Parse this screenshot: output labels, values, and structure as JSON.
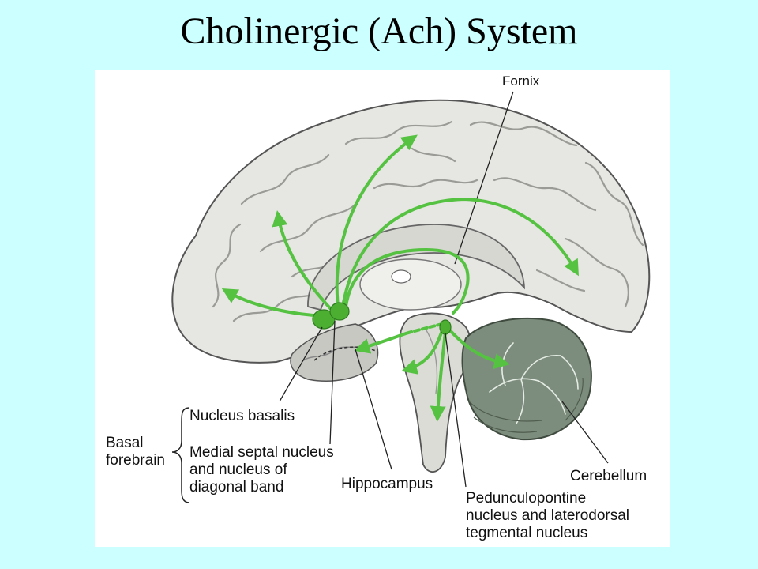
{
  "title": "Cholinergic (Ach) System",
  "labels": {
    "fornix": "Fornix",
    "nucleus_basalis": "Nucleus basalis",
    "basal": "Basal",
    "forebrain": "forebrain",
    "medial_septal_1": "Medial septal nucleus",
    "medial_septal_2": "and nucleus of",
    "medial_septal_3": "diagonal band",
    "hippocampus": "Hippocampus",
    "cerebellum": "Cerebellum",
    "ppn_1": "Pedunculopontine",
    "ppn_2": "nucleus and laterodorsal",
    "ppn_3": "tegmental nucleus"
  },
  "colors": {
    "background": "#ccffff",
    "pathway": "#55c242",
    "nucleus": "#4caf32",
    "cerebrum": "#e6e6e2",
    "cerebellum": "#7a8a7a"
  }
}
